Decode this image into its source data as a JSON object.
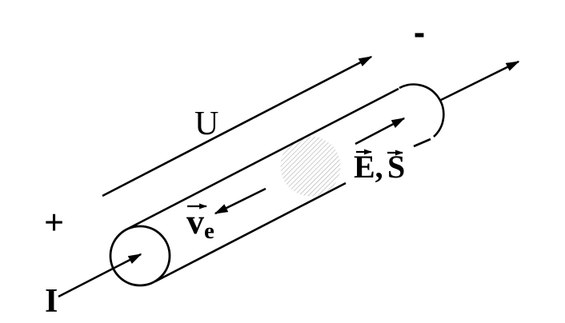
{
  "figure": {
    "background_color": "#ffffff",
    "line_color": "#000000",
    "hatch_color": "#b3b3b3",
    "labels": {
      "voltage": "U",
      "minus_terminal": "-",
      "plus_terminal": "+",
      "current": "I",
      "electron_velocity": "v",
      "electron_velocity_subscript": "e",
      "electric_field": "E,",
      "poynting": "S"
    }
  }
}
